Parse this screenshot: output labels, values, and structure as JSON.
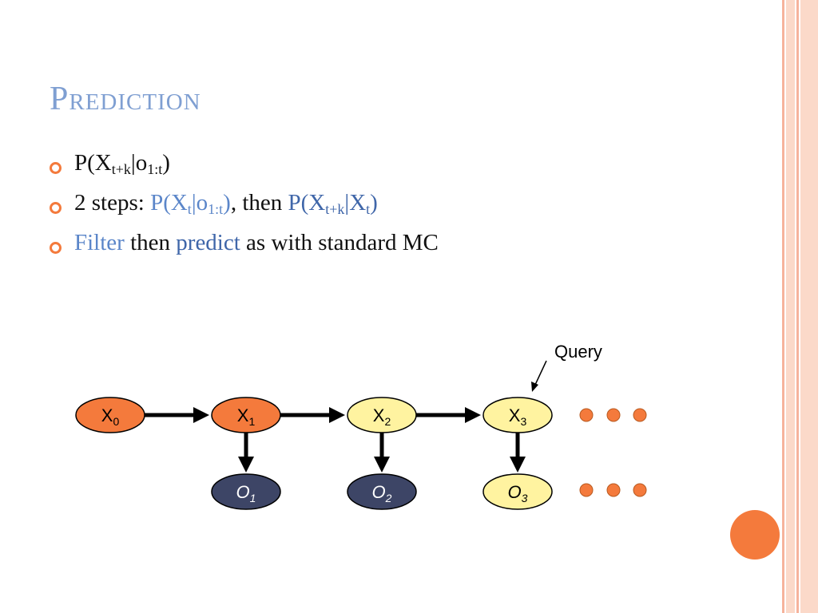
{
  "slide": {
    "title": "Prediction",
    "bullets": [
      {
        "parts": [
          {
            "t": "P(X"
          },
          {
            "sub": "t+k"
          },
          {
            "t": "|o"
          },
          {
            "sub": "1:t"
          },
          {
            "t": ")"
          }
        ]
      },
      {
        "parts": [
          {
            "t": "2 steps: "
          },
          {
            "t": "P(X",
            "c": "blue"
          },
          {
            "sub": "t",
            "c": "blue"
          },
          {
            "t": "|o",
            "c": "blue"
          },
          {
            "sub": "1:t",
            "c": "blue"
          },
          {
            "t": ")",
            "c": "blue"
          },
          {
            "t": ", then "
          },
          {
            "t": "P(X",
            "c": "darkblue"
          },
          {
            "sub": "t+k",
            "c": "darkblue"
          },
          {
            "t": "|X",
            "c": "darkblue"
          },
          {
            "sub": "t",
            "c": "darkblue"
          },
          {
            "t": ")",
            "c": "darkblue"
          }
        ]
      },
      {
        "parts": [
          {
            "t": "Filter",
            "c": "blue"
          },
          {
            "t": " then "
          },
          {
            "t": "predict",
            "c": "darkblue"
          },
          {
            "t": " as with standard MC"
          }
        ]
      }
    ]
  },
  "diagram": {
    "query_label": "Query",
    "hidden_nodes": [
      {
        "main": "X",
        "sub": "0",
        "fill": "#f47a3c"
      },
      {
        "main": "X",
        "sub": "1",
        "fill": "#f47a3c"
      },
      {
        "main": "X",
        "sub": "2",
        "fill": "#fff3a0"
      },
      {
        "main": "X",
        "sub": "3",
        "fill": "#fff3a0"
      }
    ],
    "observed_nodes": [
      {
        "main": "O",
        "sub": "1",
        "fill": "#3d4566",
        "text": "#ffffff",
        "italic": true
      },
      {
        "main": "O",
        "sub": "2",
        "fill": "#3d4566",
        "text": "#ffffff",
        "italic": true
      },
      {
        "main": "O",
        "sub": "3",
        "fill": "#fff3a0",
        "text": "#000000",
        "italic": true
      }
    ],
    "ellipsis_color": "#f47a3c"
  },
  "colors": {
    "title": "#7f9fd2",
    "bullet_icon": "#f47a3c",
    "stripe_light": "#fbd9c9",
    "stripe_dark": "#f6b39c",
    "accent": "#f47a3c"
  }
}
